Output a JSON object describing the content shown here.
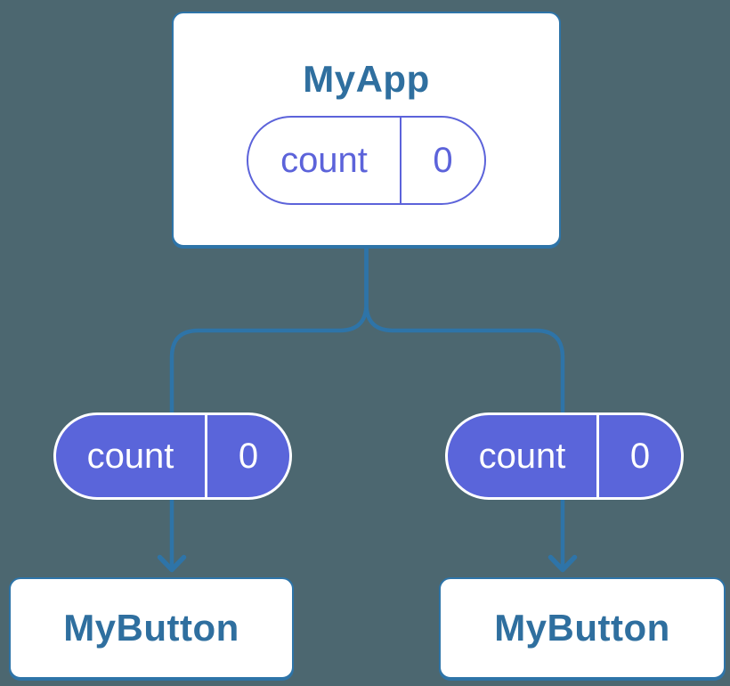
{
  "colors": {
    "bg": "#4C6770",
    "line": "#2E74A8",
    "text_blue": "#2F6F9F",
    "purple_fill": "#5A65DA",
    "purple_outline": "#5C63DA",
    "card_bg": "#FFFFFF",
    "pill_text_light": "#FFFFFF"
  },
  "diagram": {
    "type": "component-tree",
    "root": {
      "title": "MyApp",
      "state": {
        "label": "count",
        "value": "0"
      }
    },
    "children": [
      {
        "title": "MyButton",
        "prop": {
          "label": "count",
          "value": "0"
        }
      },
      {
        "title": "MyButton",
        "prop": {
          "label": "count",
          "value": "0"
        }
      }
    ]
  }
}
